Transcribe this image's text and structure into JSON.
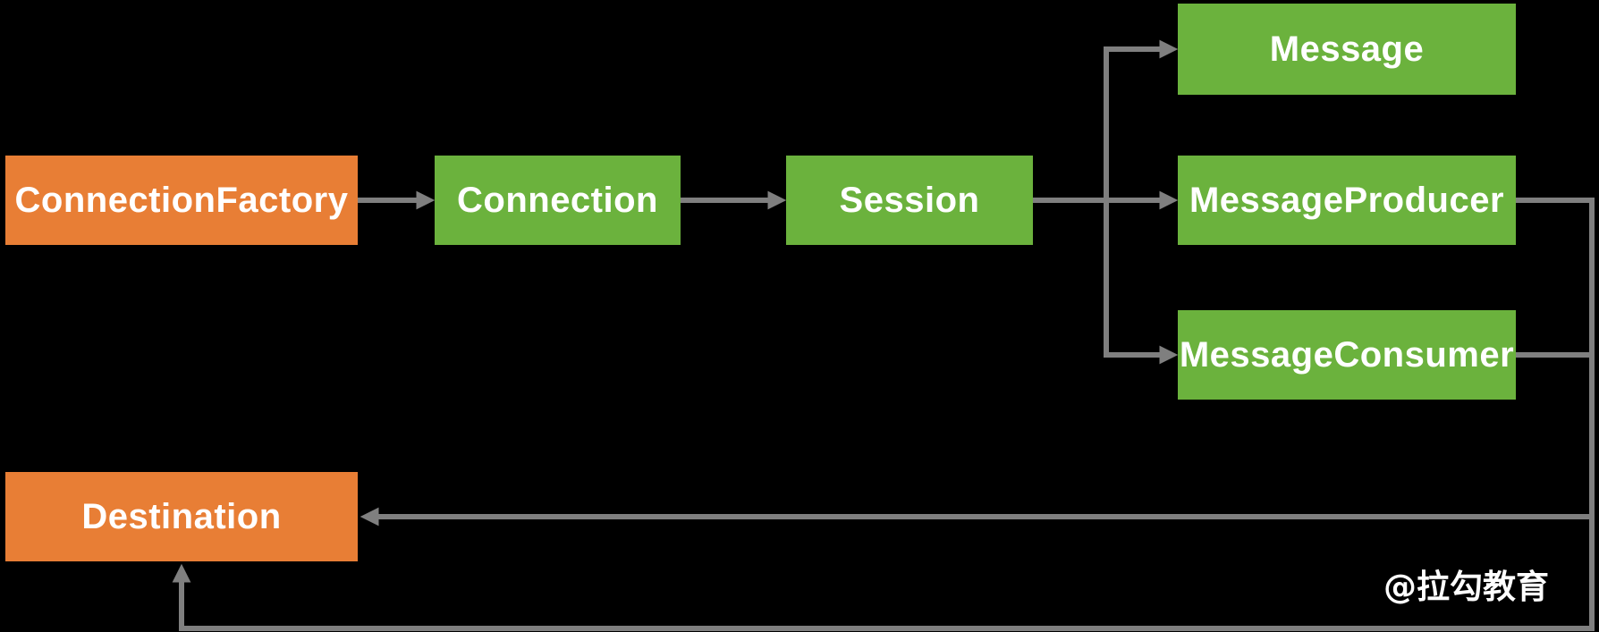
{
  "diagram": {
    "background_color": "#000000",
    "connector_color": "#7F7F7F",
    "label_color": "#FFFFFF",
    "nodes": [
      {
        "id": "connection-factory",
        "label": "ConnectionFactory",
        "color": "#E87E35"
      },
      {
        "id": "connection",
        "label": "Connection",
        "color": "#6BB23D"
      },
      {
        "id": "session",
        "label": "Session",
        "color": "#6BB23D"
      },
      {
        "id": "message",
        "label": "Message",
        "color": "#6BB23D"
      },
      {
        "id": "message-producer",
        "label": "MessageProducer",
        "color": "#6BB23D"
      },
      {
        "id": "message-consumer",
        "label": "MessageConsumer",
        "color": "#6BB23D"
      },
      {
        "id": "destination",
        "label": "Destination",
        "color": "#E87E35"
      }
    ],
    "edges": [
      {
        "from": "ConnectionFactory",
        "to": "Connection",
        "arrow": "to"
      },
      {
        "from": "Connection",
        "to": "Session",
        "arrow": "to"
      },
      {
        "from": "Session",
        "to": "Message",
        "arrow": "to"
      },
      {
        "from": "Session",
        "to": "MessageProducer",
        "arrow": "to"
      },
      {
        "from": "Session",
        "to": "MessageConsumer",
        "arrow": "to"
      },
      {
        "from": "MessageProducer",
        "to": "Destination",
        "arrow": "to"
      },
      {
        "from": "MessageConsumer",
        "to": "Destination",
        "arrow": "to"
      }
    ],
    "watermark": "@拉勾教育"
  }
}
